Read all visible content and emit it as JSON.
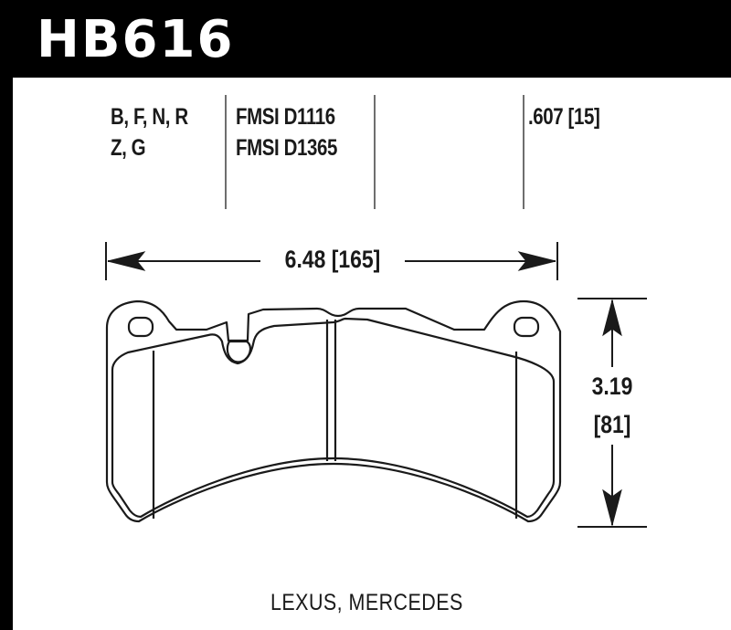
{
  "header": {
    "part_number": "HB616",
    "background_color": "#000000",
    "text_color": "#ffffff"
  },
  "specs": {
    "compounds_line1": "B, F, N, R",
    "compounds_line2": "Z, G",
    "fmsi_line1": "FMSI D1116",
    "fmsi_line2": "FMSI D1365",
    "thickness": ".607 [15]"
  },
  "dimensions": {
    "width": "6.48 [165]",
    "height_in": "3.19",
    "height_mm": "[81]"
  },
  "footer": {
    "applications": "LEXUS, MERCEDES"
  }
}
